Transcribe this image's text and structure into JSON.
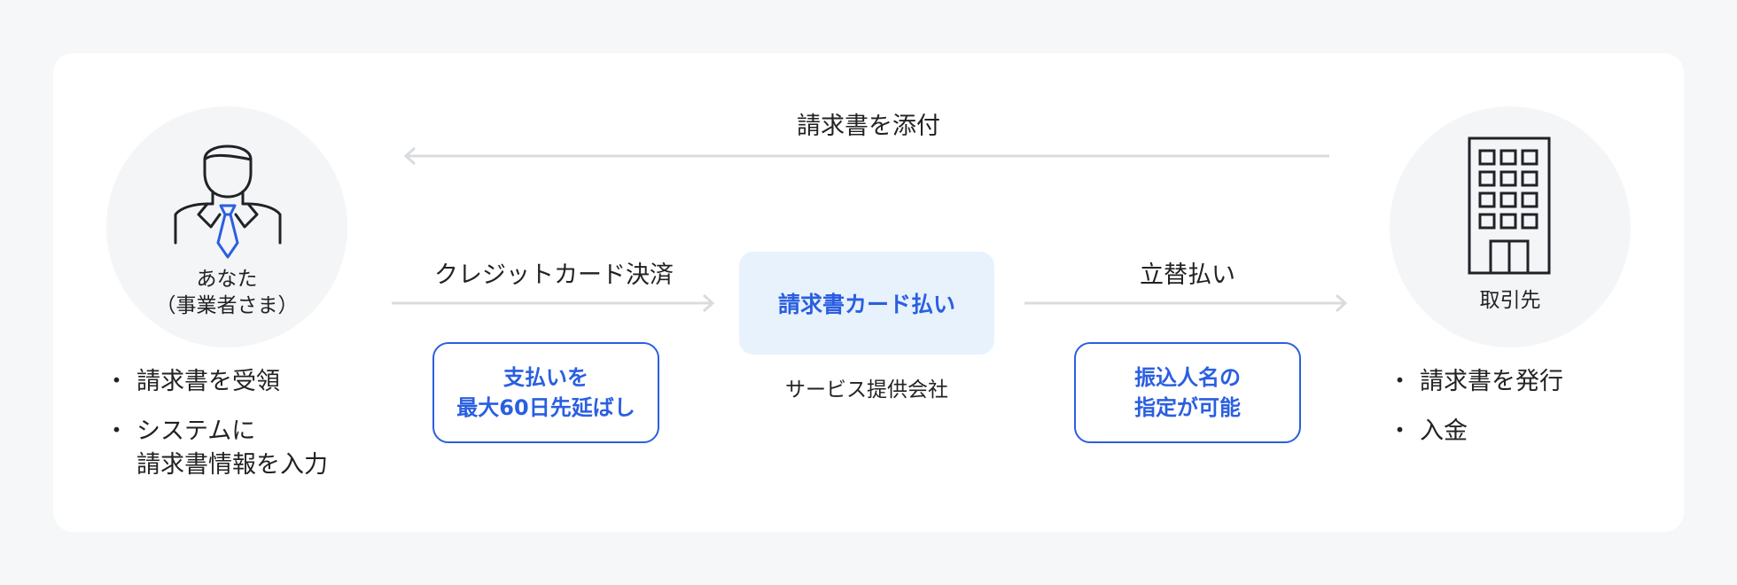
{
  "top_flow": {
    "label": "請求書を添付"
  },
  "you": {
    "label_line1": "あなた",
    "label_line2": "（事業者さま）",
    "bullets": [
      "請求書を受領",
      "システムに\n請求書情報を入力"
    ]
  },
  "client": {
    "label": "取引先",
    "bullets": [
      "請求書を発行",
      "入金"
    ]
  },
  "left_flow": {
    "label": "クレジットカード決済",
    "badge": "支払いを\n最大60日先延ばし"
  },
  "center": {
    "title": "請求書カード払い",
    "caption": "サービス提供会社"
  },
  "right_flow": {
    "label": "立替払い",
    "badge": "振込人名の\n指定が可能"
  },
  "colors": {
    "accent": "#2a5fe0",
    "accent_bg": "#e8f2fd",
    "arrow": "#d9dcdf"
  },
  "icons": {
    "you": "businessperson-icon",
    "client": "office-building-icon"
  }
}
